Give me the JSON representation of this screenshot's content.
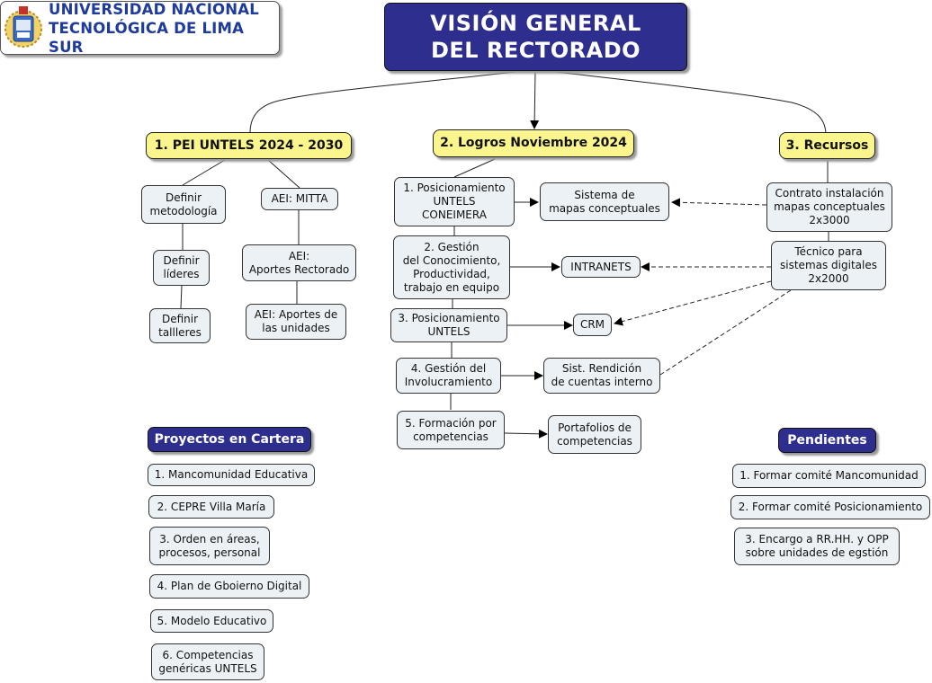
{
  "logo": {
    "line1": "UNIVERSIDAD NACIONAL",
    "line2": "TECNOLÓGICA DE LIMA SUR",
    "icon": "university-seal-icon"
  },
  "title": {
    "line1": "VISIÓN GENERAL",
    "line2": "DEL RECTORADO"
  },
  "colors": {
    "title_bg": "#2e2e8f",
    "section_bg": "#fbf58e",
    "node_bg": "#ebf1f4",
    "border": "#333333"
  },
  "branches": {
    "pei": {
      "label": "1. PEI UNTELS 2024 - 2030",
      "metodologia": {
        "lines": [
          "Definir",
          "metodología"
        ]
      },
      "lideres": {
        "lines": [
          "Definir",
          "líderes"
        ]
      },
      "talleres": {
        "lines": [
          "Definir",
          "tallleres"
        ]
      },
      "mitta": {
        "lines": [
          "AEI: MITTA"
        ]
      },
      "aportes_rectorado": {
        "lines": [
          "AEI:",
          "Aportes Rectorado"
        ]
      },
      "aportes_unidades": {
        "lines": [
          "AEI: Aportes de",
          "las unidades"
        ]
      }
    },
    "logros": {
      "label": "2. Logros Noviembre 2024",
      "items": [
        {
          "lines": [
            "1. Posicionamiento",
            "UNTELS",
            "CONEIMERA"
          ],
          "target": {
            "lines": [
              "Sistema de",
              "mapas conceptuales"
            ]
          }
        },
        {
          "lines": [
            "2. Gestión",
            "del Conocimiento,",
            "Productividad,",
            "trabajo en equipo"
          ],
          "target": {
            "lines": [
              "INTRANETS"
            ]
          }
        },
        {
          "lines": [
            "3. Posicionamiento",
            "UNTELS"
          ],
          "target": {
            "lines": [
              "CRM"
            ]
          }
        },
        {
          "lines": [
            "4. Gestión del",
            "Involucramiento"
          ],
          "target": {
            "lines": [
              "Sist. Rendición",
              "de cuentas interno"
            ]
          }
        },
        {
          "lines": [
            "5. Formación por",
            "competencias"
          ],
          "target": {
            "lines": [
              "Portafolios de",
              "competencias"
            ]
          }
        }
      ]
    },
    "recursos": {
      "label": "3. Recursos",
      "contrato": {
        "lines": [
          "Contrato instalación",
          "mapas conceptuales",
          "2x3000"
        ]
      },
      "tecnico": {
        "lines": [
          "Técnico para",
          "sistemas digitales",
          "2x2000"
        ]
      }
    }
  },
  "proyectos": {
    "header": "Proyectos en Cartera",
    "items": [
      {
        "lines": [
          "1. Mancomunidad Educativa"
        ]
      },
      {
        "lines": [
          "2. CEPRE Villa María"
        ]
      },
      {
        "lines": [
          "3. Orden en áreas,",
          "procesos, personal"
        ]
      },
      {
        "lines": [
          "4. Plan de Gboierno Digital"
        ]
      },
      {
        "lines": [
          "5. Modelo Educativo"
        ]
      },
      {
        "lines": [
          "6. Competencias",
          "genéricas UNTELS"
        ]
      }
    ]
  },
  "pendientes": {
    "header": "Pendientes",
    "items": [
      {
        "lines": [
          "1. Formar comité Mancomunidad"
        ]
      },
      {
        "lines": [
          "2. Formar comité Posicionamiento"
        ]
      },
      {
        "lines": [
          "3. Encargo a RR.HH. y OPP",
          "sobre unidades de egstión"
        ]
      }
    ]
  }
}
